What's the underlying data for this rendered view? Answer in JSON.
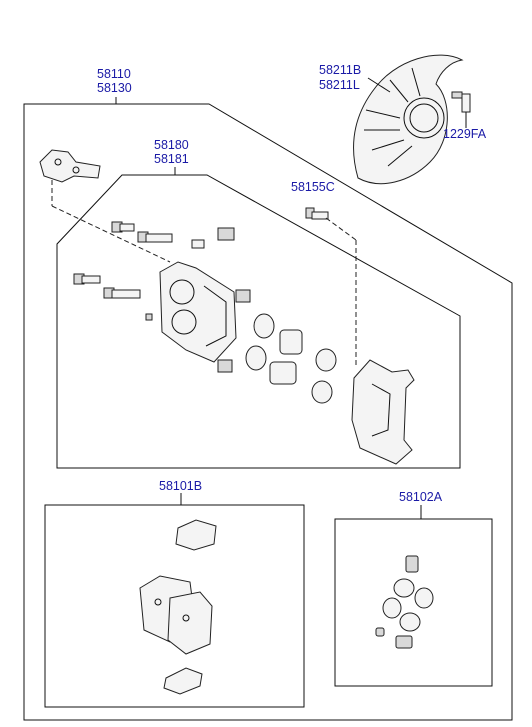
{
  "labels": {
    "assembly_a": "58110",
    "assembly_b": "58130",
    "caliper_a": "58180",
    "caliper_b": "58181",
    "dust_cover_a": "58211B",
    "dust_cover_b": "58211L",
    "cover_bolt": "1229FA",
    "carrier_bolt": "58155C",
    "pad_kit": "58101B",
    "seal_kit": "58102A"
  },
  "colors": {
    "label": "#1a1aa6",
    "line": "#111111"
  }
}
